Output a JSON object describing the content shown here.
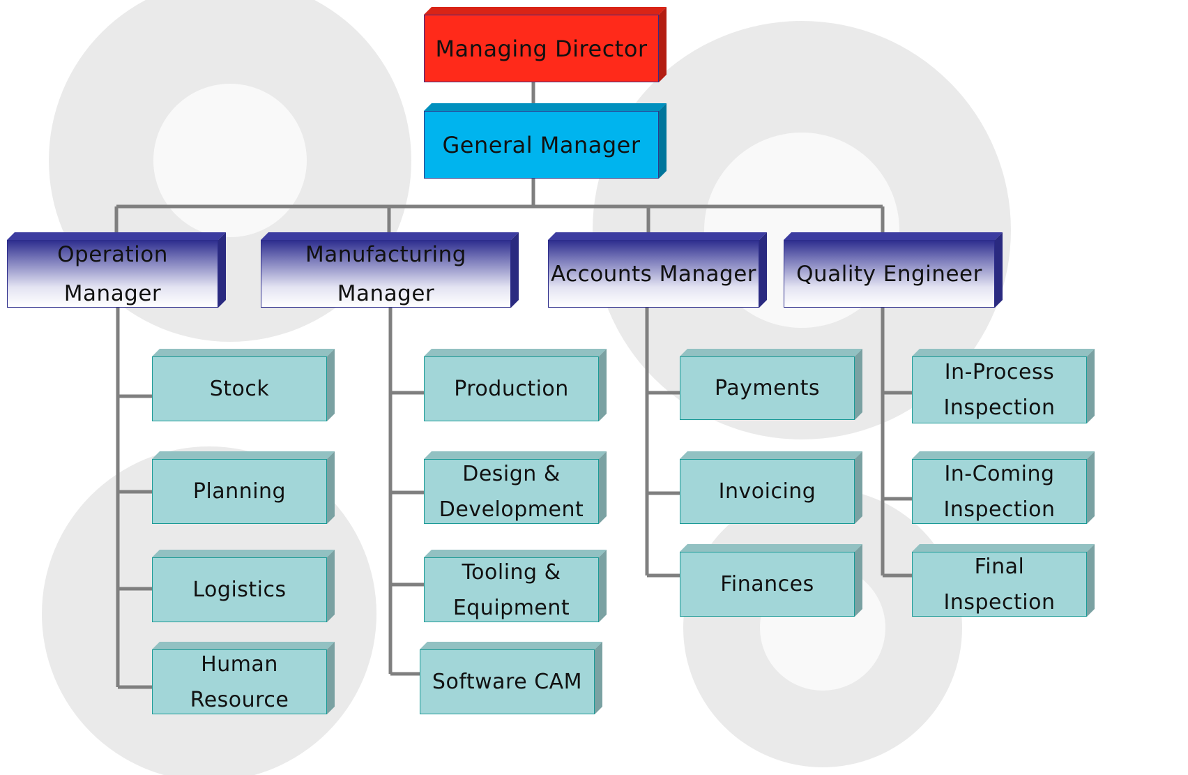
{
  "chart": {
    "root": {
      "label": "Managing Director",
      "color": "#ff2a1a"
    },
    "gm": {
      "label": "General Manager",
      "color": "#00b4ee"
    },
    "managers": [
      {
        "label": "Operation Manager",
        "children": [
          {
            "label": "Stock"
          },
          {
            "label": "Planning"
          },
          {
            "label": "Logistics"
          },
          {
            "label": "Human Resource"
          }
        ]
      },
      {
        "label": "Manufacturing Manager",
        "children": [
          {
            "label": "Production"
          },
          {
            "label": "Design & Development"
          },
          {
            "label": "Tooling & Equipment"
          },
          {
            "label": "Software CAM"
          }
        ]
      },
      {
        "label": "Accounts Manager",
        "children": [
          {
            "label": "Payments"
          },
          {
            "label": "Invoicing"
          },
          {
            "label": "Finances"
          }
        ]
      },
      {
        "label": "Quality Engineer",
        "children": [
          {
            "label": "In-Process Inspection"
          },
          {
            "label": "In-Coming Inspection"
          },
          {
            "label": "Final Inspection"
          }
        ]
      }
    ]
  },
  "colors": {
    "child_fill": "#a2d6d8",
    "child_border": "#1a9a96",
    "manager_border": "#2c2c8a",
    "connector": "#7f7f7f"
  }
}
